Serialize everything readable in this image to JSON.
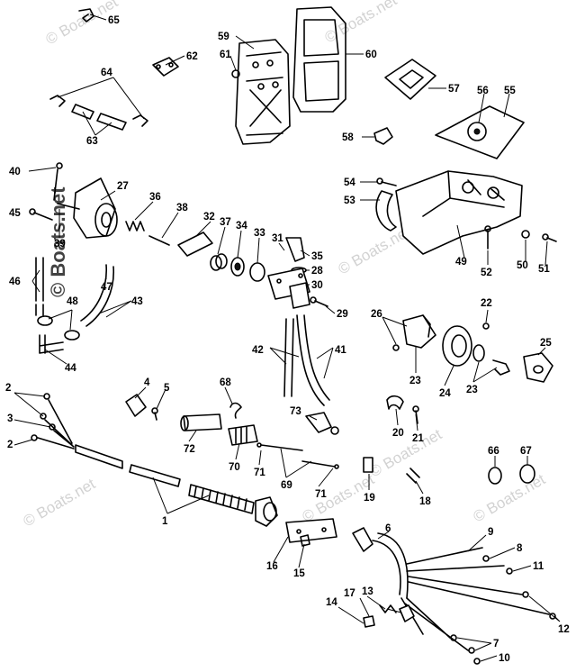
{
  "watermark": "© Boats.net",
  "callouts": [
    "1",
    "2",
    "3",
    "4",
    "5",
    "6",
    "7",
    "8",
    "9",
    "10",
    "11",
    "12",
    "13",
    "14",
    "15",
    "16",
    "17",
    "18",
    "19",
    "20",
    "21",
    "22",
    "23",
    "24",
    "25",
    "26",
    "27",
    "28",
    "29",
    "30",
    "31",
    "32",
    "33",
    "34",
    "35",
    "36",
    "37",
    "38",
    "39",
    "40",
    "41",
    "42",
    "43",
    "44",
    "45",
    "46",
    "47",
    "48",
    "49",
    "50",
    "51",
    "52",
    "53",
    "54",
    "55",
    "56",
    "57",
    "58",
    "59",
    "60",
    "61",
    "62",
    "63",
    "64",
    "65",
    "66",
    "67",
    "68",
    "69",
    "70",
    "71",
    "72",
    "73"
  ]
}
